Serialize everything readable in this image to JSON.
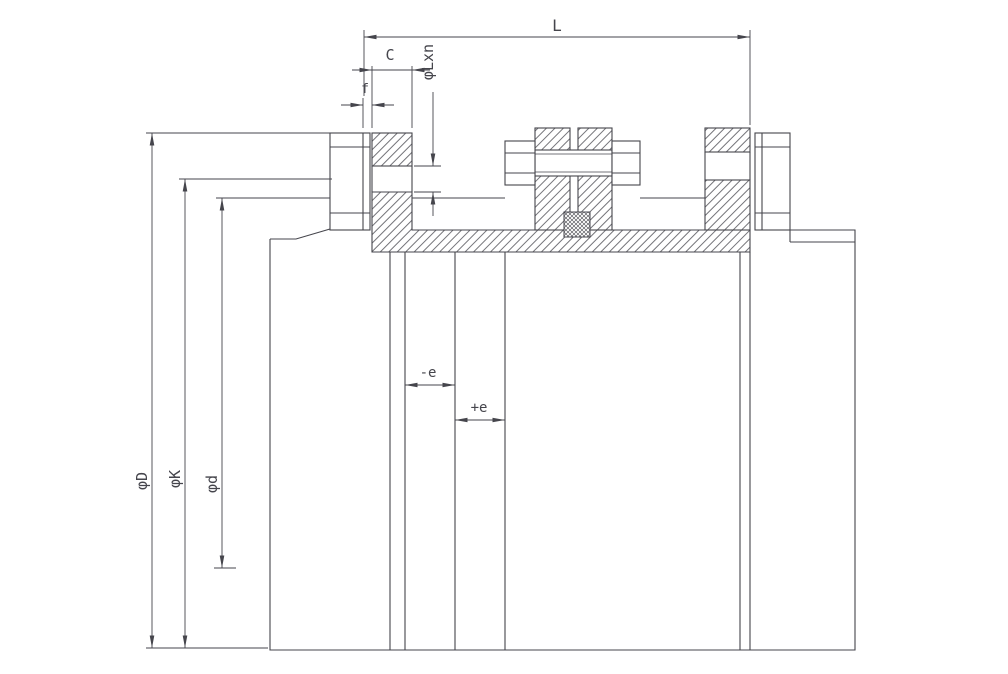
{
  "drawing": {
    "colors": {
      "line": "#45454c",
      "background": "#ffffff"
    }
  },
  "dim_labels": {
    "overall_length": "L",
    "flange_thickness": "C",
    "bolt_hole_spec": "φLxn",
    "face_gap": "f",
    "flange_outer_diameter": "φD",
    "bolt_circle": "φK",
    "bore_diameter": "φd",
    "compression_travel": "-e",
    "extension_travel": "+e"
  }
}
